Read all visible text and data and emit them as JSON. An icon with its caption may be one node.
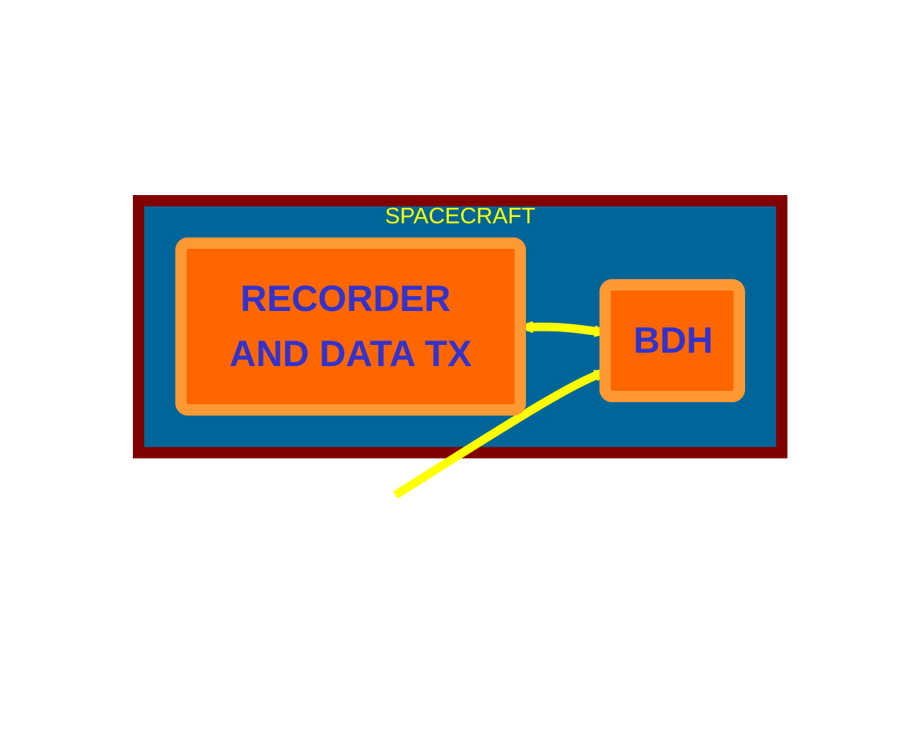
{
  "diagram": {
    "nodes": [
      {
        "text": [
          "SPACECRAFT"
        ]
      },
      {
        "text": [
          "RECORDER AND DATA TX"
        ],
        "in": 0
      },
      {
        "text": [
          "BDH"
        ],
        "in": 0
      }
    ],
    "edges": [
      {
        "from": 1,
        "to": 2,
        "arrow": "both"
      },
      {
        "from": null,
        "to": 2,
        "arrow": "to"
      }
    ]
  }
}
